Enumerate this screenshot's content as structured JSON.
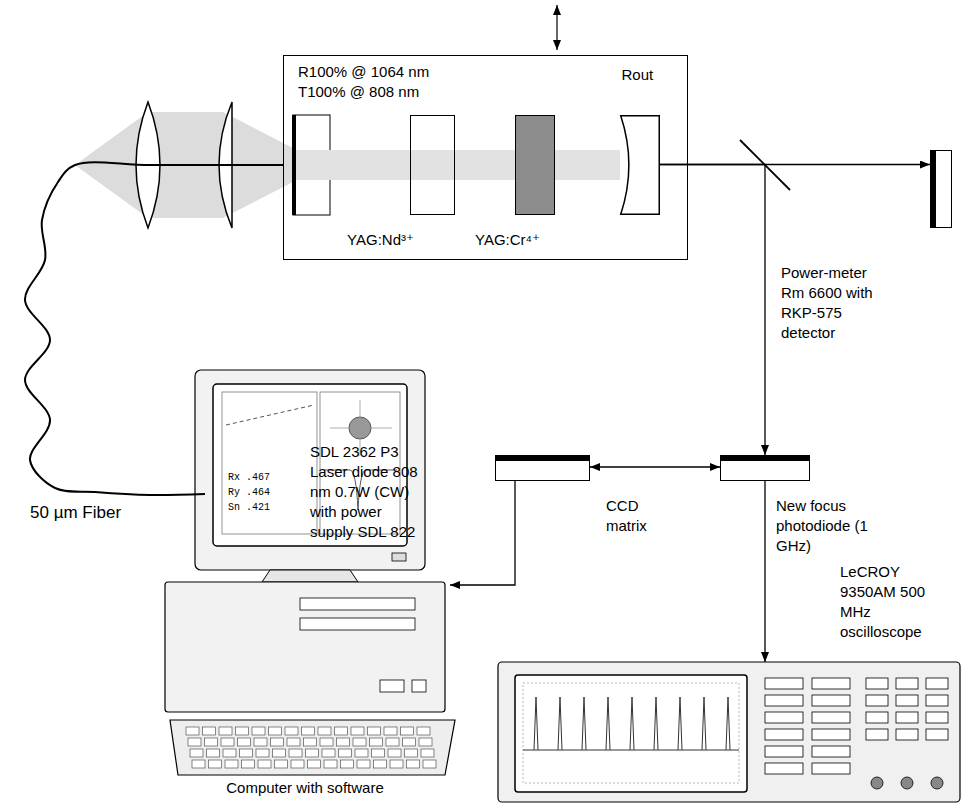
{
  "diagram": {
    "nodes": [
      {
        "text": [
          "R100% @ 1064 nm T100% @ 808 nm"
        ]
      },
      {
        "text": [
          "YAG:Nd³⁺"
        ],
        "in": 0
      },
      {
        "text": [
          "YAG:Cr⁴⁺"
        ],
        "in": 0
      },
      {
        "text": [
          "Rout"
        ],
        "in": 0
      },
      {
        "text": [
          "SDL 2362 P3 Laser diode 808 nm 0.7W (CW) with power supply SDL 822"
        ]
      },
      {
        "text": [
          "Power-meter Rm 6600 with RKP-575 detector"
        ]
      },
      {
        "text": [
          "CCD matrix"
        ]
      },
      {
        "text": [
          "New focus photodiode (1 GHz)"
        ]
      },
      {
        "text": [
          "Computer with software"
        ]
      },
      {
        "text": [
          "LeCROY 9350AM 500 MHz oscilloscope"
        ]
      }
    ],
    "edges": [
      {
        "from": 4,
        "to": 0,
        "arrow": "none"
      },
      {
        "from": 3,
        "to": 5,
        "arrow": "to"
      },
      {
        "from": 3,
        "to": 7,
        "arrow": "to"
      },
      {
        "from": 6,
        "to": 7,
        "arrow": "both"
      },
      {
        "from": 6,
        "to": 8,
        "arrow": "to"
      },
      {
        "from": 7,
        "to": 9,
        "arrow": "to"
      }
    ],
    "labels": [
      "50 µm Fiber",
      "Rx .467",
      "Ry .464",
      "Sn .421"
    ]
  }
}
